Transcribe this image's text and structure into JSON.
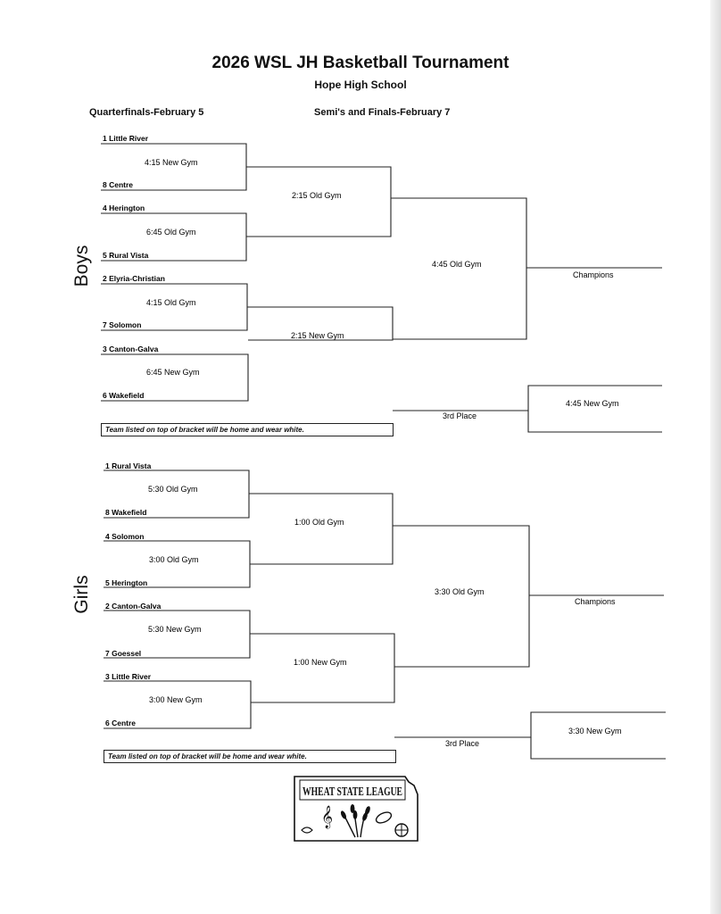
{
  "title": "2026 WSL JH Basketball Tournament",
  "subtitle": "Hope High School",
  "quarterfinals_header": "Quarterfinals-February 5",
  "semis_header": "Semi's and Finals-February 7",
  "footer_note": "Team listed on top of bracket will be home and wear white.",
  "boys": {
    "label": "Boys",
    "teams": [
      "1 Little River",
      "8 Centre",
      "4 Herington",
      "5 Rural Vista",
      "2 Elyria-Christian",
      "7 Solomon",
      "3 Canton-Galva",
      "6 Wakefield"
    ],
    "qf_games": [
      "4:15 New Gym",
      "6:45 Old Gym",
      "4:15 Old Gym",
      "6:45 New Gym"
    ],
    "semi_games": [
      "2:15 Old Gym",
      "2:15 New Gym"
    ],
    "final_game": "4:45 Old Gym",
    "champions": "Champions",
    "third_place_label": "3rd Place",
    "third_place_game": "4:45 New Gym"
  },
  "girls": {
    "label": "Girls",
    "teams": [
      "1 Rural Vista",
      "8 Wakefield",
      "4 Solomon",
      "5 Herington",
      "2 Canton-Galva",
      "7 Goessel",
      "3 Little River",
      "6 Centre"
    ],
    "qf_games": [
      "5:30 Old Gym",
      "3:00 Old Gym",
      "5:30 New Gym",
      "3:00 New Gym"
    ],
    "semi_games": [
      "1:00 Old Gym",
      "1:00 New Gym"
    ],
    "final_game": "3:30 Old Gym",
    "champions": "Champions",
    "third_place_label": "3rd Place",
    "third_place_game": "3:30 New Gym"
  },
  "logo": {
    "text": "WHEAT STATE LEAGUE",
    "icon": "wheat-state-league-logo"
  }
}
